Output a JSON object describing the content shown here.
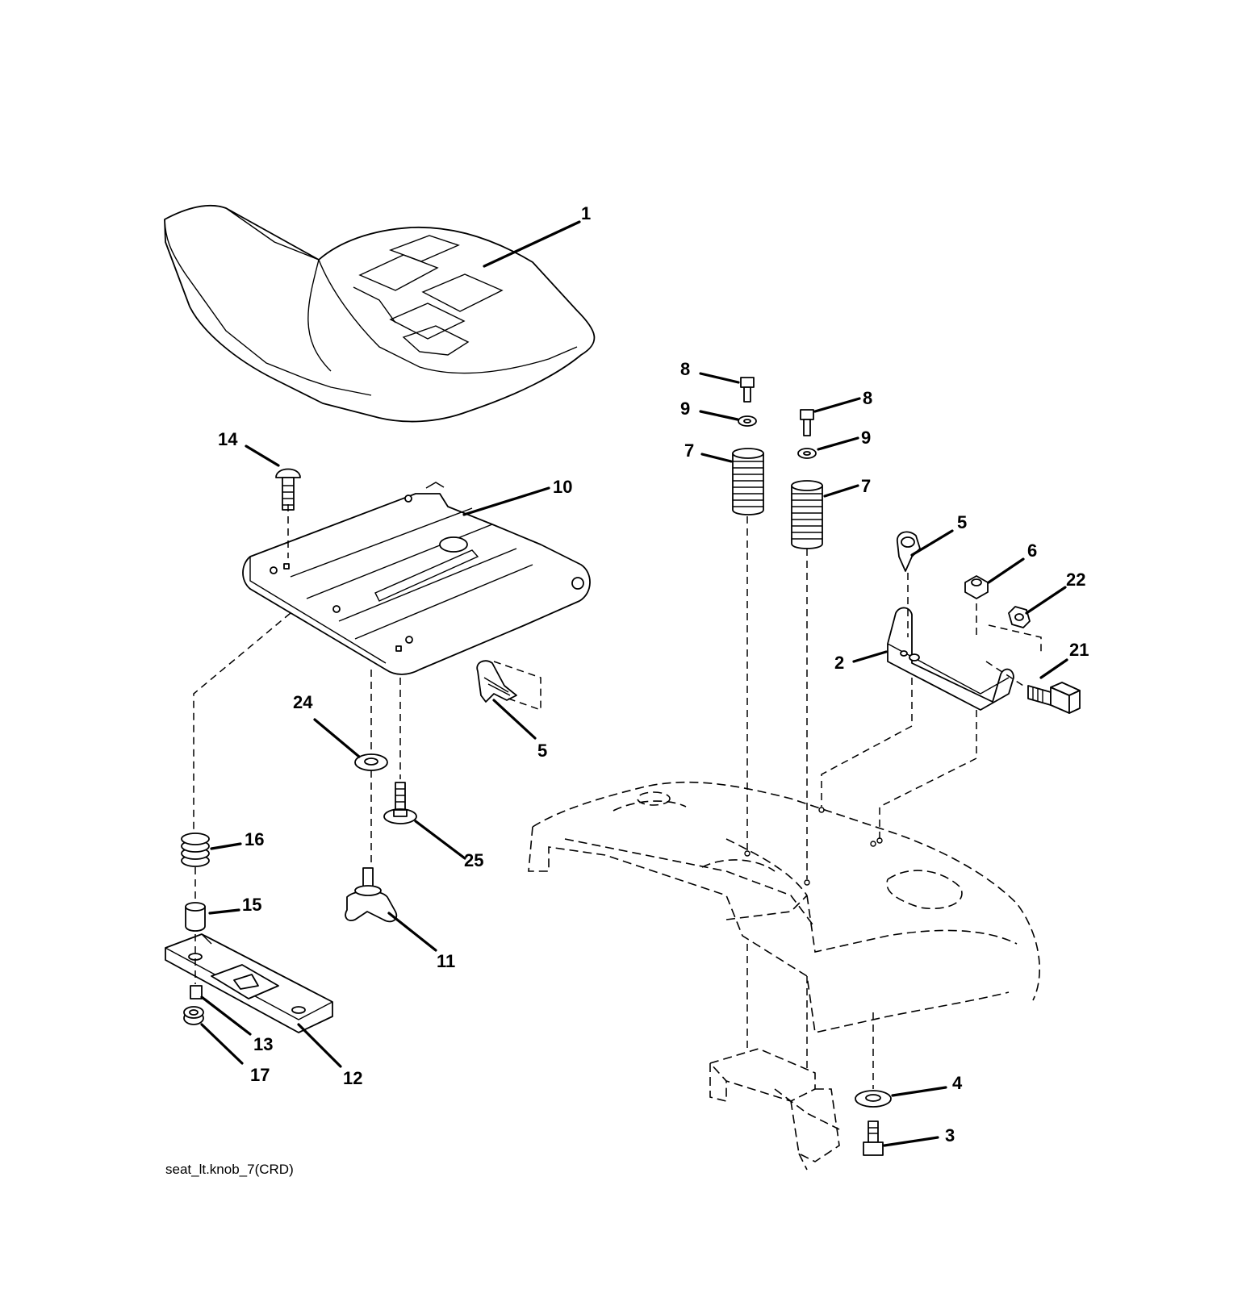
{
  "diagram": {
    "drawing_code": "seat_lt.knob_7(CRD)",
    "callouts": {
      "c1": "1",
      "c2": "2",
      "c3": "3",
      "c4": "4",
      "c5a": "5",
      "c5b": "5",
      "c6": "6",
      "c7a": "7",
      "c7b": "7",
      "c8a": "8",
      "c8b": "8",
      "c9a": "9",
      "c9b": "9",
      "c10": "10",
      "c11": "11",
      "c12": "12",
      "c13": "13",
      "c14": "14",
      "c15": "15",
      "c16": "16",
      "c17": "17",
      "c21": "21",
      "c22": "22",
      "c24": "24",
      "c25": "25"
    }
  }
}
